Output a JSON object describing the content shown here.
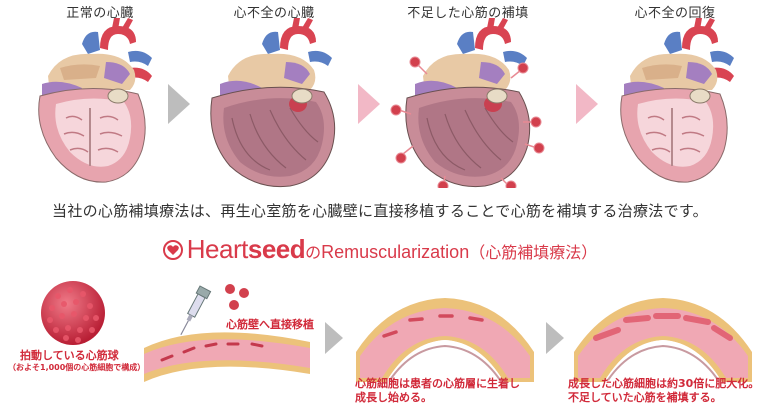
{
  "stages": [
    {
      "title": "正常の心臓"
    },
    {
      "title": "心不全の心臓"
    },
    {
      "title": "不足した心筋の補填"
    },
    {
      "title": "心不全の回復"
    }
  ],
  "description": "当社の心筋補填療法は、再生心室筋を心臓壁に直接移植することで心筋を補填する治療法です。",
  "brand": {
    "heart_part": "Heart",
    "seed_part": "seed",
    "no": "の",
    "term": "Remuscularization",
    "sub": "（心筋補填療法）"
  },
  "process": {
    "sphere_label": "拍動している心筋球",
    "sphere_note": "（およそ1,000個の心筋細胞で構成）",
    "transplant_label": "心筋壁へ直接移植",
    "step2_line1": "心筋細胞は患者の心筋層に生着し",
    "step2_line2": "成長し始める。",
    "step3_line1": "成長した心筋細胞は約30倍に肥大化。",
    "step3_line2": "不足していた心筋を補填する。"
  },
  "colors": {
    "accent": "#d93a4a",
    "arrow_gray": "#bdbdbd",
    "arrow_pink": "#f2b8c6"
  }
}
